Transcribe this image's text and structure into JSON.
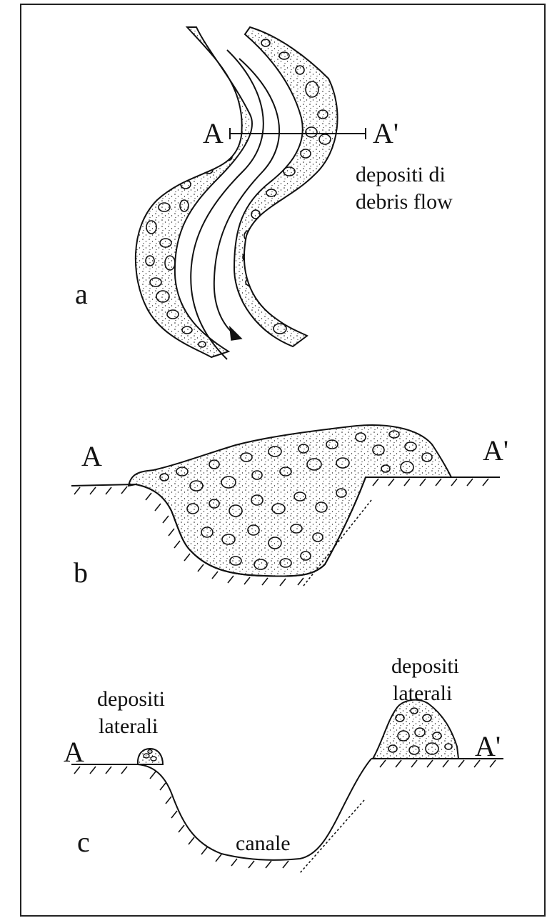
{
  "panel_a": {
    "section_start": "A",
    "section_end": "A'",
    "deposit_label_line1": "depositi di",
    "deposit_label_line2": "debris flow",
    "panel_letter": "a"
  },
  "panel_b": {
    "left_label": "A",
    "right_label": "A'",
    "panel_letter": "b"
  },
  "panel_c": {
    "left_label": "A",
    "right_label": "A'",
    "left_deposit_line1": "depositi",
    "left_deposit_line2": "laterali",
    "right_deposit_line1": "depositi",
    "right_deposit_line2": "laterali",
    "channel_label": "canale",
    "panel_letter": "c"
  },
  "colors": {
    "ink": "#111111",
    "paper": "#ffffff",
    "frame": "#222222"
  }
}
